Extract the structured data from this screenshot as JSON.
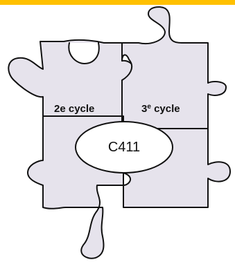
{
  "colors": {
    "banner": "#FFC000",
    "piece_fill": "#E6E3EC",
    "outline": "#111111",
    "ellipse_fill": "#FFFFFF"
  },
  "labels": {
    "left_piece": "2e cycle",
    "right_piece_number": "3",
    "right_piece_superscript": "e",
    "right_piece_word": "cycle",
    "center": "C411"
  }
}
